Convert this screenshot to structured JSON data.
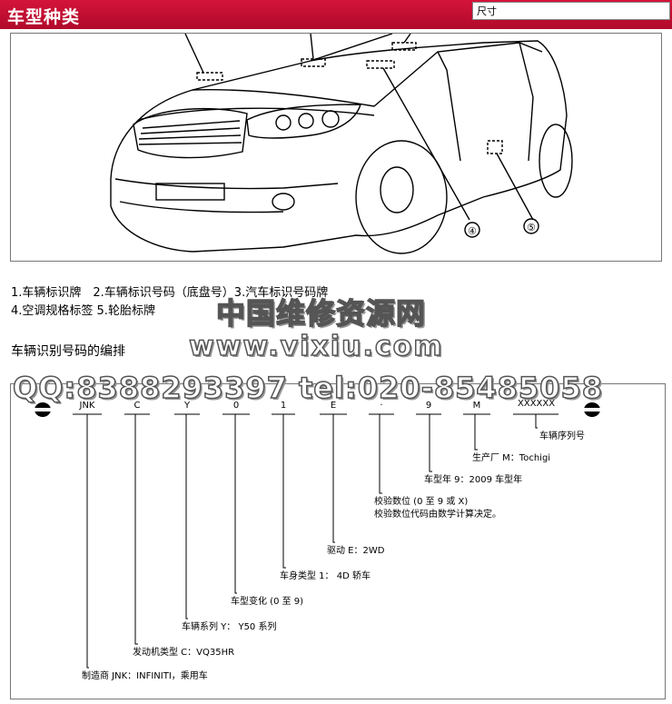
{
  "header": {
    "title": "车型种类",
    "size_label": "尺寸"
  },
  "car_figure": {
    "callouts": [
      "④",
      "⑤"
    ]
  },
  "legend": {
    "line1": "1.车辆标识牌　2.车辆标识号码（底盘号）3.汽车标识号码牌",
    "line2": "4.空调规格标签 5.轮胎标牌"
  },
  "section_heading": "车辆识别号码的编排",
  "watermark": {
    "line1": "中国维修资源网",
    "line2": "www.vixiu.com",
    "line3": "QQ:8388293397  tel:020-85485058"
  },
  "vin": {
    "codes": [
      "JNK",
      "C",
      "Y",
      "0",
      "1",
      "E",
      "·",
      "9",
      "M",
      "XXXXXX"
    ],
    "labels": [
      "车辆序列号",
      "生产厂 M：Tochigi",
      "车型年 9：2009 车型年",
      "校验数位 (0 至 9 或 X)",
      "校验数位代码由数学计算决定。",
      "驱动 E：2WD",
      "车身类型 1：  4D 轿车",
      "车型变化 (0 至 9)",
      "车辆系列 Y：  Y50 系列",
      "发动机类型  C：VQ35HR",
      "制造商 JNK：INFINITI，乘用车"
    ]
  }
}
